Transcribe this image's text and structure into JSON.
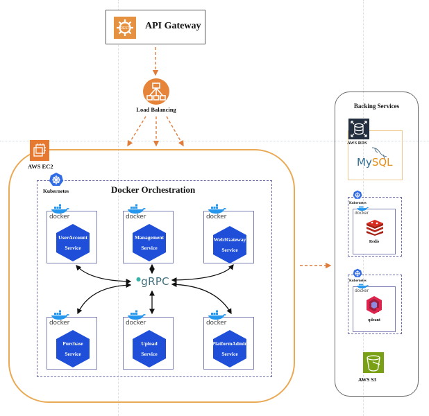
{
  "api_gateway": {
    "label": "API Gateway",
    "icon": "gear-api-icon",
    "color": "#e6913f"
  },
  "load_balancer": {
    "label": "Load Balancing",
    "icon": "load-balancer-icon",
    "color": "#e6843a"
  },
  "ec2": {
    "label": "AWS EC2",
    "icon": "ec2-chip-icon",
    "color": "#e7782f",
    "border_color": "#e9a955"
  },
  "kubernetes": {
    "label": "Kubernetes",
    "icon": "kubernetes-helm-icon",
    "color": "#326ce5"
  },
  "orchestration": {
    "title": "Docker Orchestration"
  },
  "docker_word": "docker",
  "services": [
    {
      "line1": "UserAccount",
      "line2": "Service"
    },
    {
      "line1": "Management",
      "line2": "Service"
    },
    {
      "line1": "Web3Gateway",
      "line2": "Service"
    },
    {
      "line1": "Purchase",
      "line2": "Service"
    },
    {
      "line1": "Upload",
      "line2": "Service"
    },
    {
      "line1": "PlatformAdmin",
      "line2": "Service"
    }
  ],
  "service_color": "#1f4fd8",
  "grpc": {
    "label": "gRPC"
  },
  "backing": {
    "title": "Backing Services",
    "rds": {
      "label": "AWS RDS",
      "db_my": "My",
      "db_sql": "SQL"
    },
    "redis": {
      "k8s_label": "Kubernetes",
      "label": "Redis"
    },
    "qdrant": {
      "k8s_label": "Kubernetes",
      "label": "qdrant"
    },
    "s3": {
      "label": "AWS S3"
    }
  },
  "edges": [
    {
      "from": "API Gateway",
      "to": "Load Balancing",
      "style": "dashed-orange"
    },
    {
      "from": "Load Balancing",
      "to": "AWS EC2",
      "style": "dashed-orange",
      "count": 3
    },
    {
      "from": "AWS EC2",
      "to": "Backing Services",
      "style": "dashed-orange"
    },
    {
      "from": "gRPC",
      "to": "UserAccount Service",
      "style": "bidirectional"
    },
    {
      "from": "gRPC",
      "to": "Management Service",
      "style": "bidirectional"
    },
    {
      "from": "gRPC",
      "to": "Web3Gateway Service",
      "style": "bidirectional"
    },
    {
      "from": "gRPC",
      "to": "Purchase Service",
      "style": "bidirectional"
    },
    {
      "from": "gRPC",
      "to": "Upload Service",
      "style": "bidirectional"
    },
    {
      "from": "gRPC",
      "to": "PlatformAdmin Service",
      "style": "bidirectional"
    }
  ]
}
